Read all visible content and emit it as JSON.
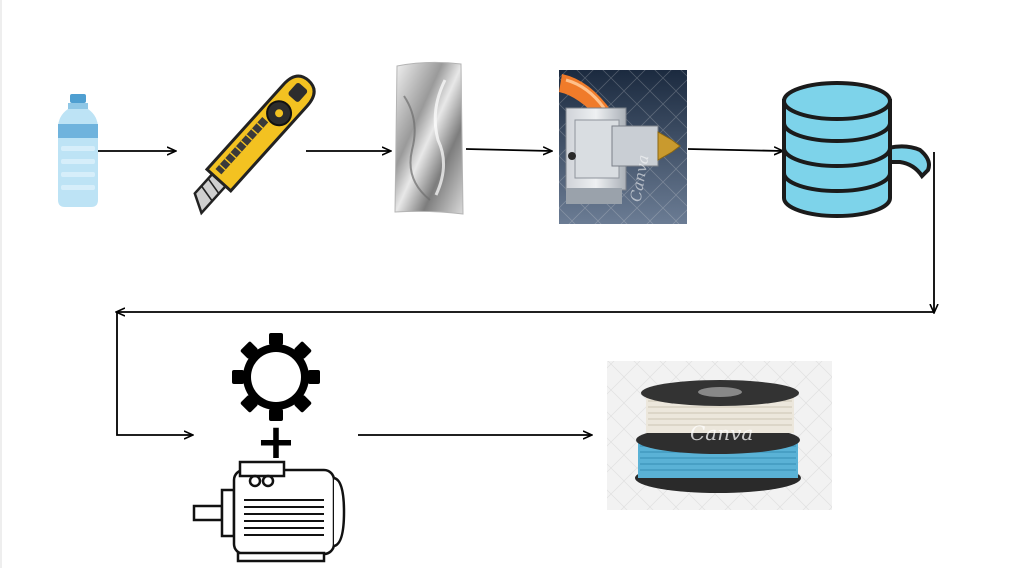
{
  "diagram": {
    "steps": [
      {
        "name": "plastic-bottle",
        "icon": "bottle-icon"
      },
      {
        "name": "utility-knife",
        "icon": "knife-icon"
      },
      {
        "name": "plastic-strip",
        "icon": "strip-icon"
      },
      {
        "name": "hotend-extruder",
        "icon": "hotend-icon"
      },
      {
        "name": "spool-winder",
        "icon": "spool-winder-icon"
      },
      {
        "name": "gear-and-motor",
        "icon": "gear-motor-icon"
      },
      {
        "name": "filament-spools",
        "icon": "filament-spool-icon"
      }
    ],
    "connectors": [
      "1-2",
      "2-3",
      "3-4",
      "4-5",
      "5-6",
      "6-7"
    ],
    "plus_symbol": "+",
    "watermarks": {
      "hotend": "Canva",
      "spools": "Canva"
    }
  },
  "colors": {
    "accent_blue": "#7dd3ea",
    "bottle_blue": "#bde3f5",
    "knife_yellow": "#f3c221",
    "filament_blue": "#5ab2d6",
    "filament_white": "#ece7dc"
  }
}
